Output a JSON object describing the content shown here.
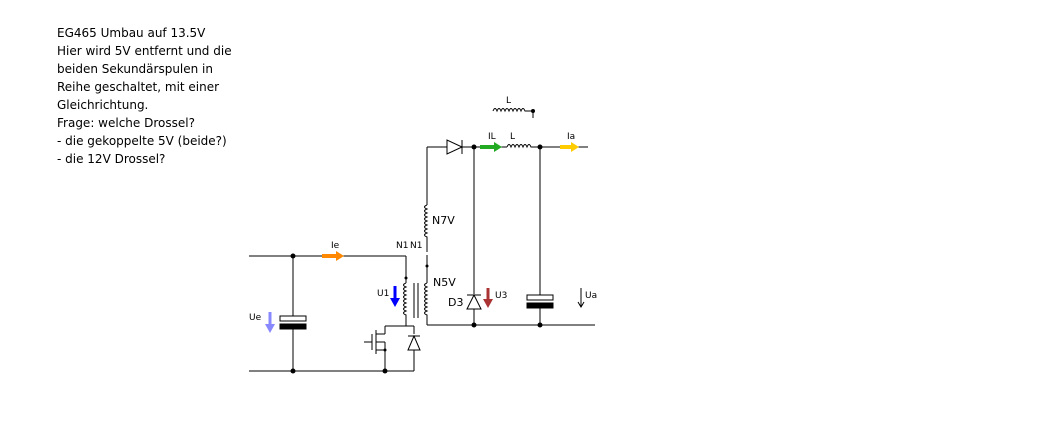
{
  "notes": {
    "title": "EG465 Umbau auf 13.5V",
    "paragraph1": [
      "Hier wird 5V entfernt und die",
      "beiden Sekundärspulen in",
      "Reihe geschaltet, mit einer",
      "Gleichrichtung."
    ],
    "paragraph2": [
      "Frage: welche Drossel?",
      "- die gekoppelte 5V (beide?)",
      "- die 12V Drossel?"
    ]
  },
  "schematic": {
    "labels": {
      "L_top": "L",
      "IL": "IL",
      "L": "L",
      "Ia": "Ia",
      "N7V": "N7V",
      "Ie": "Ie",
      "N1a": "N1",
      "N1b": "N1",
      "N5V": "N5V",
      "U1": "U1",
      "D3": "D3",
      "U3": "U3",
      "Ua": "Ua",
      "Ue": "Ue"
    },
    "colors": {
      "Ie_arrow": "#ff8800",
      "IL_arrow": "#22aa22",
      "Ia_arrow": "#ffcc00",
      "U1_arrow": "#0000ff",
      "U3_arrow": "#aa3333",
      "Ue_arrow": "#8888ff"
    }
  }
}
